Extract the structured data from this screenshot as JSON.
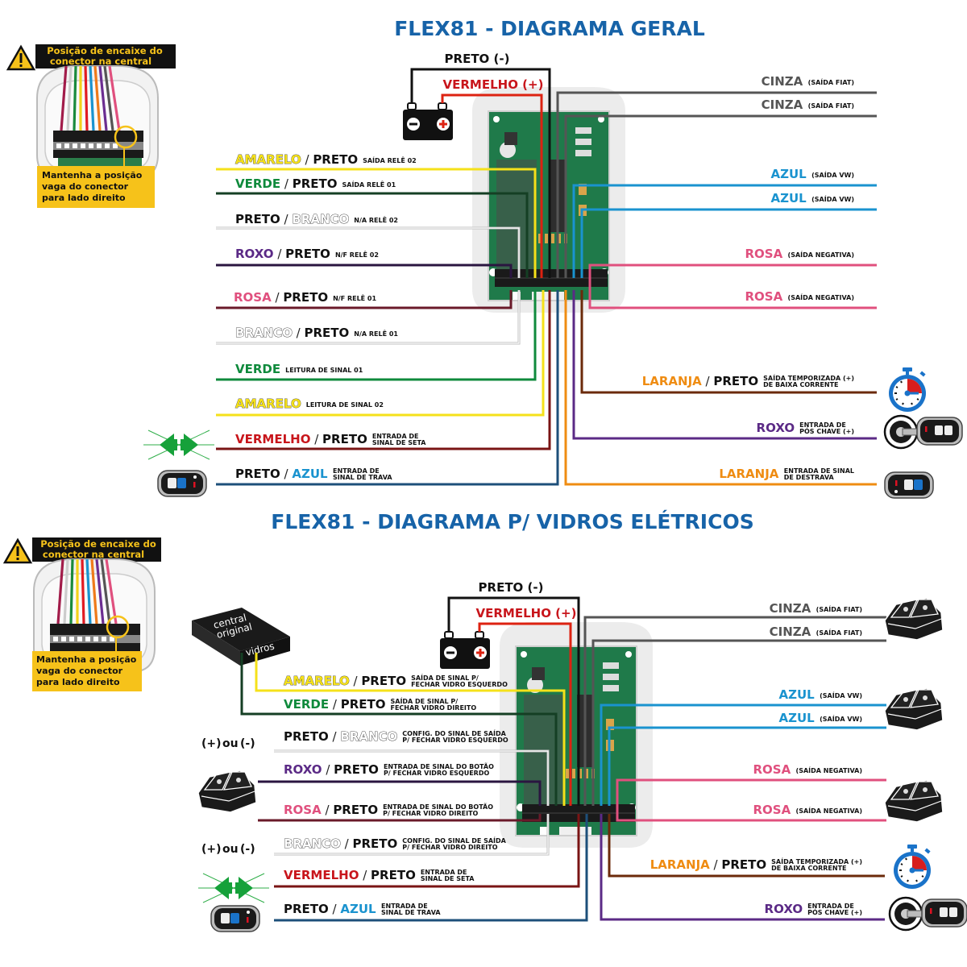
{
  "colors": {
    "title": "#1763a8",
    "amarelo": "#f5e11a",
    "verde": "#0f8a3c",
    "preto": "#111111",
    "branco": "#ffffff",
    "roxo": "#5b2a86",
    "rosa": "#e0507e",
    "vermelho": "#c8151b",
    "azul": "#1a93cf",
    "cinza": "#555555",
    "laranja": "#ef8c12",
    "azul_escuro": "#1d4f7a",
    "warning_yellow": "#f6c21a"
  },
  "diagram1": {
    "title": "FLEX81 - DIAGRAMA GERAL",
    "warning": {
      "line1": "Posição de encaixe do",
      "line2": "conector na central",
      "note_line1": "Mantenha a posição",
      "note_line2": "vaga do conector",
      "note_line3": "para lado direito"
    },
    "power": {
      "negative": "PRETO (-)",
      "positive": "VERMELHO (+)"
    },
    "left_wires": [
      {
        "c1": "AMARELO",
        "c2": "PRETO",
        "desc1": "SAÍDA RELÊ 02",
        "desc2": ""
      },
      {
        "c1": "VERDE",
        "c2": "PRETO",
        "desc1": "SAÍDA RELÊ 01",
        "desc2": ""
      },
      {
        "c1": "PRETO",
        "c2": "BRANCO",
        "desc1": "N/A RELÊ 02",
        "desc2": ""
      },
      {
        "c1": "ROXO",
        "c2": "PRETO",
        "desc1": "N/F RELÊ 02",
        "desc2": ""
      },
      {
        "c1": "ROSA",
        "c2": "PRETO",
        "desc1": "N/F RELÊ 01",
        "desc2": ""
      },
      {
        "c1": "BRANCO",
        "c2": "PRETO",
        "desc1": "N/A RELÊ 01",
        "desc2": ""
      },
      {
        "c1": "VERDE",
        "c2": "",
        "desc1": "LEITURA DE SINAL 01",
        "desc2": ""
      },
      {
        "c1": "AMARELO",
        "c2": "",
        "desc1": "LEITURA DE SINAL 02",
        "desc2": ""
      },
      {
        "c1": "VERMELHO",
        "c2": "PRETO",
        "desc1": "ENTRADA DE",
        "desc2": "SINAL DE SETA"
      },
      {
        "c1": "PRETO",
        "c2": "AZUL",
        "desc1": "ENTRADA DE",
        "desc2": "SINAL DE TRAVA"
      }
    ],
    "right_wires": [
      {
        "c1": "CINZA",
        "c2": "",
        "desc1": "(SAÍDA FIAT)",
        "desc2": ""
      },
      {
        "c1": "CINZA",
        "c2": "",
        "desc1": "(SAÍDA FIAT)",
        "desc2": ""
      },
      {
        "c1": "AZUL",
        "c2": "",
        "desc1": "(SAÍDA VW)",
        "desc2": ""
      },
      {
        "c1": "AZUL",
        "c2": "",
        "desc1": "(SAÍDA VW)",
        "desc2": ""
      },
      {
        "c1": "ROSA",
        "c2": "",
        "desc1": "(SAÍDA NEGATIVA)",
        "desc2": ""
      },
      {
        "c1": "ROSA",
        "c2": "",
        "desc1": "(SAÍDA NEGATIVA)",
        "desc2": ""
      },
      {
        "c1": "LARANJA",
        "c2": "PRETO",
        "desc1": "SAÍDA TEMPORIZADA (+)",
        "desc2": "DE BAIXA CORRENTE"
      },
      {
        "c1": "ROXO",
        "c2": "",
        "desc1": "ENTRADA DE",
        "desc2": "PÓS CHAVE (+)"
      },
      {
        "c1": "LARANJA",
        "c2": "",
        "desc1": "ENTRADA DE SINAL",
        "desc2": "DE DESTRAVA"
      }
    ]
  },
  "diagram2": {
    "title": "FLEX81 - DIAGRAMA P/ VIDROS ELÉTRICOS",
    "warning": {
      "line1": "Posição de encaixe do",
      "line2": "conector na central",
      "note_line1": "Mantenha a posição",
      "note_line2": "vaga do conector",
      "note_line3": "para lado direito"
    },
    "central": {
      "line1": "central",
      "line2": "original",
      "line3": "vidros"
    },
    "power": {
      "negative": "PRETO (-)",
      "positive": "VERMELHO (+)"
    },
    "polarity_label": {
      "plus": "(+)",
      "ou": "ou",
      "minus": "(-)"
    },
    "left_wires": [
      {
        "c1": "AMARELO",
        "c2": "PRETO",
        "desc1": "SAÍDA DE SINAL P/",
        "desc2": "FECHAR VIDRO ESQUERDO"
      },
      {
        "c1": "VERDE",
        "c2": "PRETO",
        "desc1": "SAÍDA DE SINAL P/",
        "desc2": "FECHAR VIDRO DIREITO"
      },
      {
        "c1": "PRETO",
        "c2": "BRANCO",
        "desc1": "CONFIG. DO SINAL DE SAÍDA",
        "desc2": "P/ FECHAR VIDRO ESQUERDO"
      },
      {
        "c1": "ROXO",
        "c2": "PRETO",
        "desc1": "ENTRADA DE SINAL DO BOTÃO",
        "desc2": "P/ FECHAR VIDRO ESQUERDO"
      },
      {
        "c1": "ROSA",
        "c2": "PRETO",
        "desc1": "ENTRADA DE SINAL DO BOTÃO",
        "desc2": "P/ FECHAR VIDRO DIREITO"
      },
      {
        "c1": "BRANCO",
        "c2": "PRETO",
        "desc1": "CONFIG. DO SINAL DE SAÍDA",
        "desc2": "P/ FECHAR VIDRO DIREITO"
      },
      {
        "c1": "VERMELHO",
        "c2": "PRETO",
        "desc1": "ENTRADA DE",
        "desc2": "SINAL DE SETA"
      },
      {
        "c1": "PRETO",
        "c2": "AZUL",
        "desc1": "ENTRADA DE",
        "desc2": "SINAL DE TRAVA"
      }
    ],
    "right_wires": [
      {
        "c1": "CINZA",
        "c2": "",
        "desc1": "(SAÍDA FIAT)",
        "desc2": ""
      },
      {
        "c1": "CINZA",
        "c2": "",
        "desc1": "(SAÍDA FIAT)",
        "desc2": ""
      },
      {
        "c1": "AZUL",
        "c2": "",
        "desc1": "(SAÍDA VW)",
        "desc2": ""
      },
      {
        "c1": "AZUL",
        "c2": "",
        "desc1": "(SAÍDA VW)",
        "desc2": ""
      },
      {
        "c1": "ROSA",
        "c2": "",
        "desc1": "(SAÍDA NEGATIVA)",
        "desc2": ""
      },
      {
        "c1": "ROSA",
        "c2": "",
        "desc1": "(SAÍDA NEGATIVA)",
        "desc2": ""
      },
      {
        "c1": "LARANJA",
        "c2": "PRETO",
        "desc1": "SAÍDA TEMPORIZADA (+)",
        "desc2": "DE BAIXA CORRENTE"
      },
      {
        "c1": "ROXO",
        "c2": "",
        "desc1": "ENTRADA DE",
        "desc2": "PÓS CHAVE (+)"
      }
    ]
  }
}
